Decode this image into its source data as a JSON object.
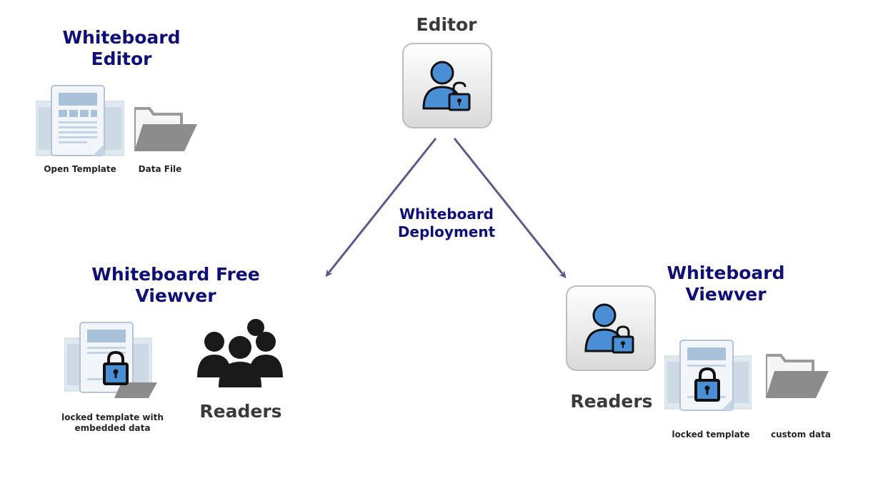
{
  "editor_section": {
    "title_line1": "Whiteboard",
    "title_line2": "Editor",
    "open_template_label": "Open Template",
    "data_file_label": "Data File"
  },
  "editor_role": {
    "title": "Editor",
    "icon": "user-unlocked-icon"
  },
  "deployment": {
    "label_line1": "Whiteboard",
    "label_line2": "Deployment"
  },
  "free_viewer": {
    "title_line1": "Whiteboard Free",
    "title_line2": "Viewver",
    "template_label_line1": "locked template with",
    "template_label_line2": "embedded data",
    "readers_label": "Readers"
  },
  "viewer": {
    "title_line1": "Whiteboard",
    "title_line2": "Viewver",
    "readers_label": "Readers",
    "locked_template_label": "locked template",
    "custom_data_label": "custom data"
  },
  "colors": {
    "title_navy": "#0f0f7a",
    "arrow": "#5b5a8f",
    "user_blue": "#4a8fd6",
    "folder_grey": "#8c8c8c",
    "doc_blue": "#c3d4e6"
  }
}
